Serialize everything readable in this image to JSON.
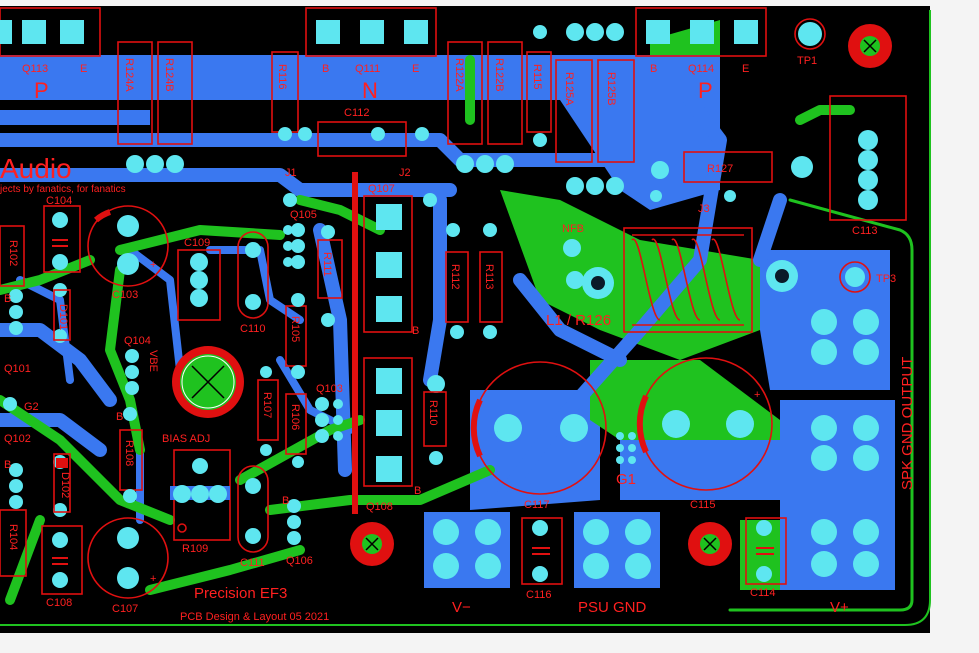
{
  "board": {
    "brand": "Audio",
    "tagline": "jects by fanatics, for fanatics",
    "title": "Precision EF3",
    "credit": "PCB Design & Layout 05 2021"
  },
  "labels": {
    "q113": "Q113",
    "q111": "Q111",
    "q114": "Q114",
    "b": "B",
    "e": "E",
    "p": "P",
    "n": "N",
    "tp1": "TP1",
    "tp3": "TP3",
    "r124a": "R124A",
    "r124b": "R124B",
    "r116": "R116",
    "r122a": "R122A",
    "r122b": "R122B",
    "r115": "R115",
    "r125a": "R125A",
    "r125b": "R125B",
    "r127": "R127",
    "c112": "C112",
    "j1": "J1",
    "j2": "J2",
    "j3": "J3",
    "c113": "C113",
    "c104": "C104",
    "q107": "Q107",
    "q105": "Q105",
    "c109": "C109",
    "c103": "C103",
    "c110": "C110",
    "r111": "R111",
    "r112": "R112",
    "r113": "R113",
    "nfb": "NFB",
    "l1r126": "L1 / R126",
    "q104": "Q104",
    "vbe": "VBE",
    "r105": "R105",
    "r107": "R107",
    "r106": "R106",
    "q103": "Q103",
    "r110": "R110",
    "q101": "Q101",
    "d101": "D101",
    "g2": "G2",
    "q102": "Q102",
    "d102": "D102",
    "r108": "R108",
    "bias_adj": "BIAS ADJ",
    "r109": "R109",
    "c111": "C111",
    "q106": "Q106",
    "q108": "Q108",
    "c117": "C117",
    "c115": "C115",
    "g1": "G1",
    "c116": "C116",
    "c114": "C114",
    "c108": "C108",
    "c107": "C107",
    "v_minus": "V−",
    "psu_gnd": "PSU GND",
    "v_plus": "V+",
    "output_section": "SPK GND  OUTPUT",
    "r102": "R102",
    "r104": "R104"
  },
  "colors": {
    "background": "#000000",
    "bottom_copper": "#3a78f0",
    "top_copper": "#1fc21f",
    "silkscreen": "#ff2020",
    "pads": "#5ee6f0",
    "board_edge": "#1fc21f"
  }
}
